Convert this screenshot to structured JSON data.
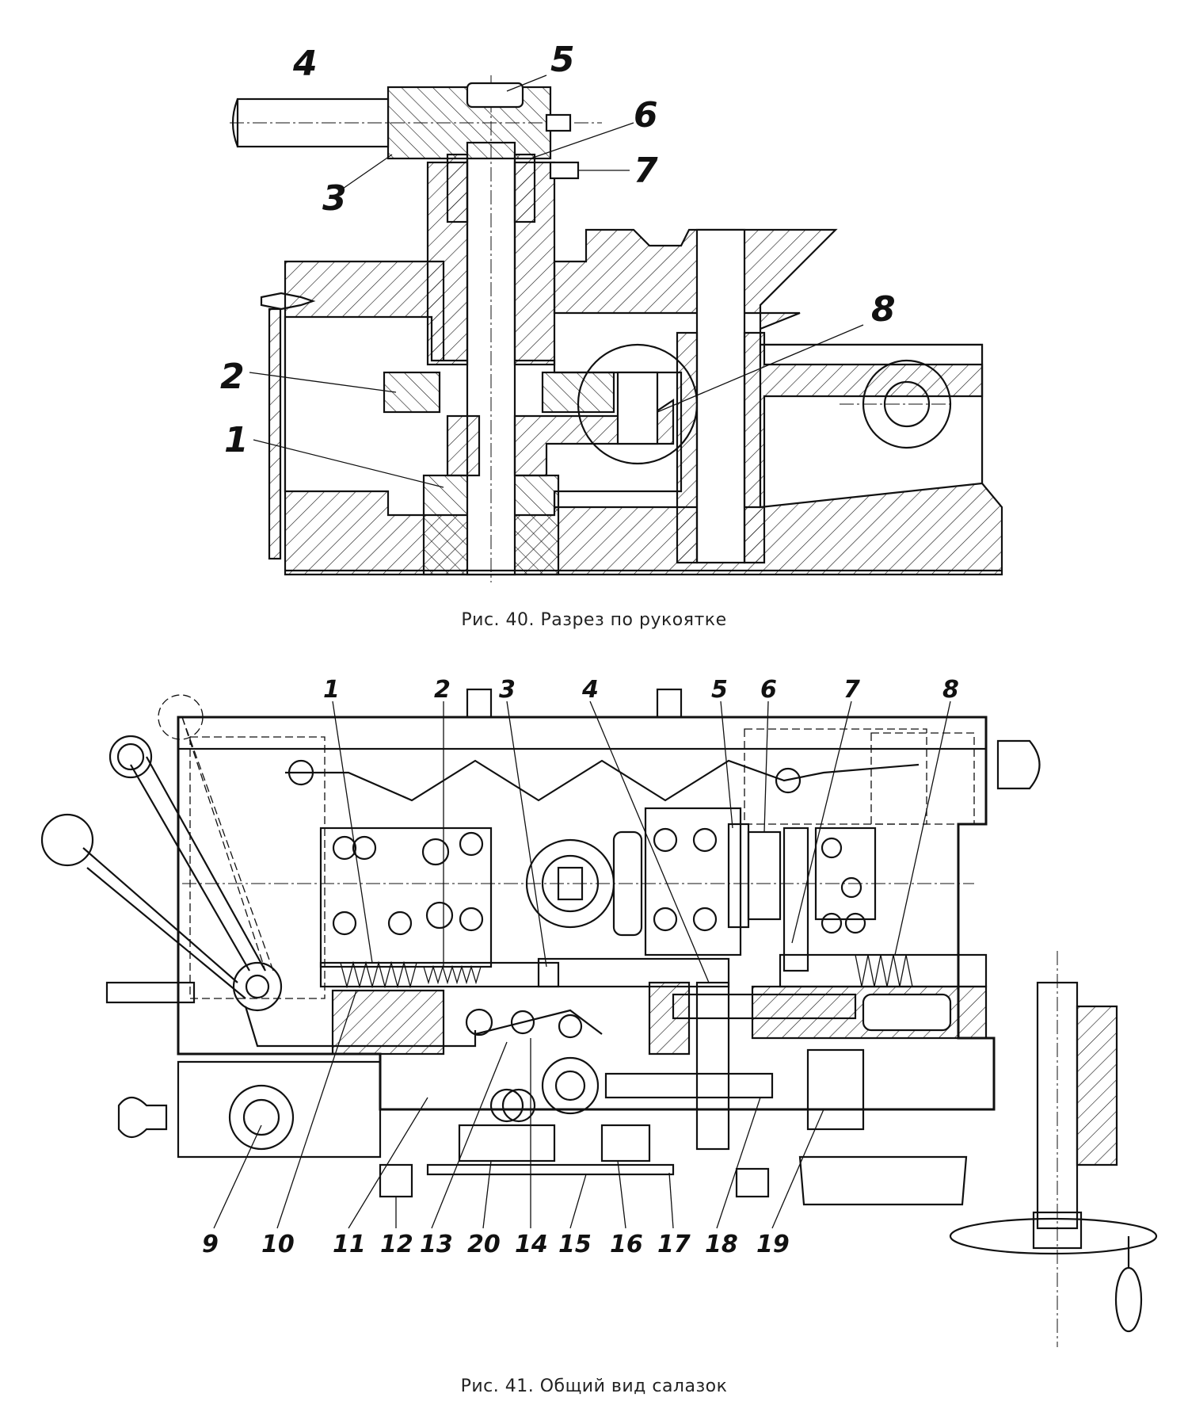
{
  "figure40": {
    "caption": "Рис. 40. Разрез по рукоятке",
    "labels": [
      "1",
      "2",
      "3",
      "4",
      "5",
      "6",
      "7",
      "8"
    ]
  },
  "figure41": {
    "caption": "Рис. 41. Общий вид салазок",
    "top_labels": [
      "1",
      "2",
      "3",
      "4",
      "5",
      "6",
      "7",
      "8"
    ],
    "bottom_labels": [
      "9",
      "10",
      "11",
      "12",
      "13",
      "20",
      "14",
      "15",
      "16",
      "17",
      "18",
      "19"
    ]
  }
}
